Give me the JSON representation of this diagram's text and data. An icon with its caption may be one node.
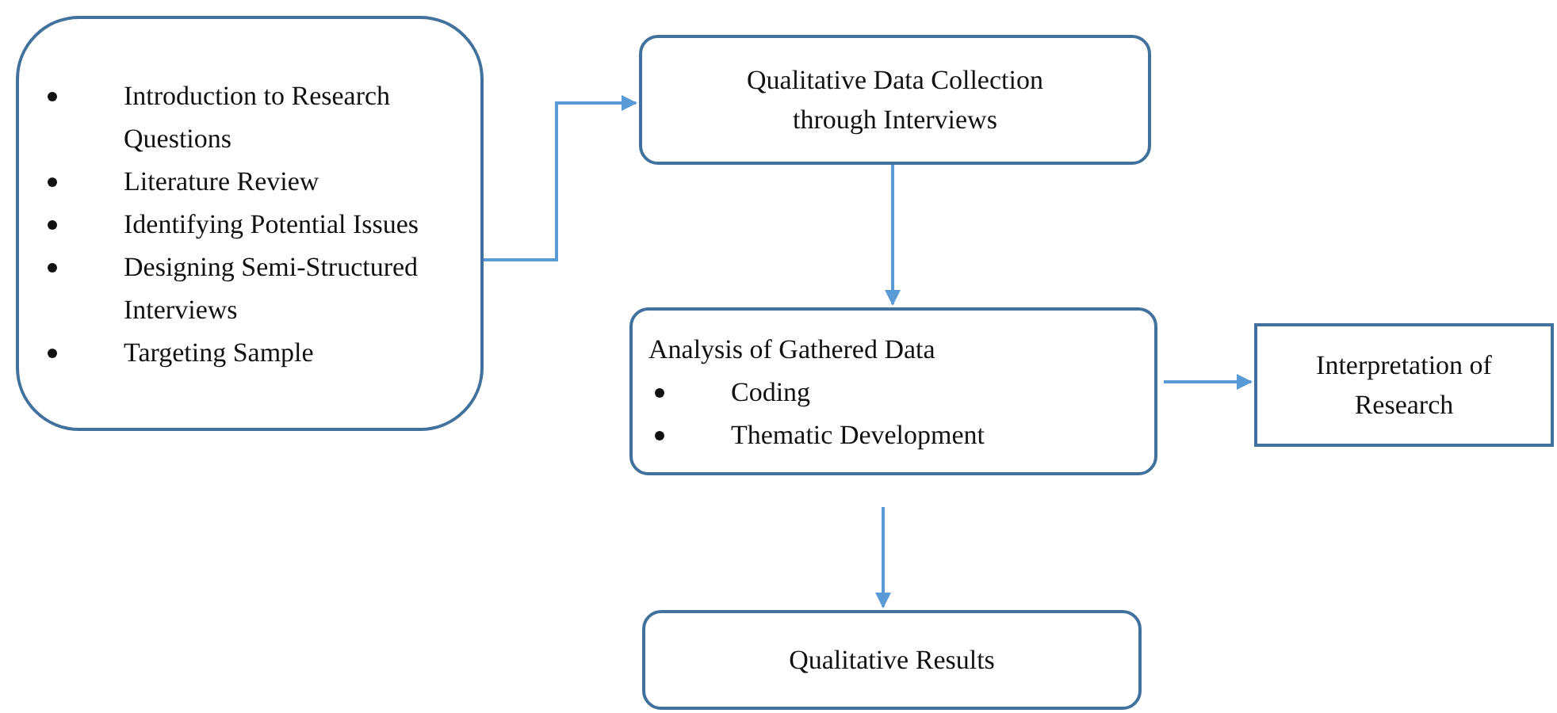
{
  "diagram": {
    "nodes": [
      {
        "text": [
          "Introduction to Research Questions",
          "Literature Review",
          "Identifying Potential Issues",
          "Designing Semi-Structured Interviews",
          "Targeting Sample"
        ]
      },
      {
        "text": [
          "Qualitative Data Collection through Interviews"
        ]
      },
      {
        "text": [
          "Analysis of Gathered Data",
          "Coding",
          "Thematic Development"
        ]
      },
      {
        "text": [
          "Interpretation of Research"
        ]
      },
      {
        "text": [
          "Qualitative Results"
        ]
      }
    ],
    "edges": [
      {
        "from": 0,
        "to": 1,
        "arrow": "to"
      },
      {
        "from": 1,
        "to": 2,
        "arrow": "to"
      },
      {
        "from": 2,
        "to": 3,
        "arrow": "to"
      },
      {
        "from": 2,
        "to": 4,
        "arrow": "to"
      }
    ]
  }
}
